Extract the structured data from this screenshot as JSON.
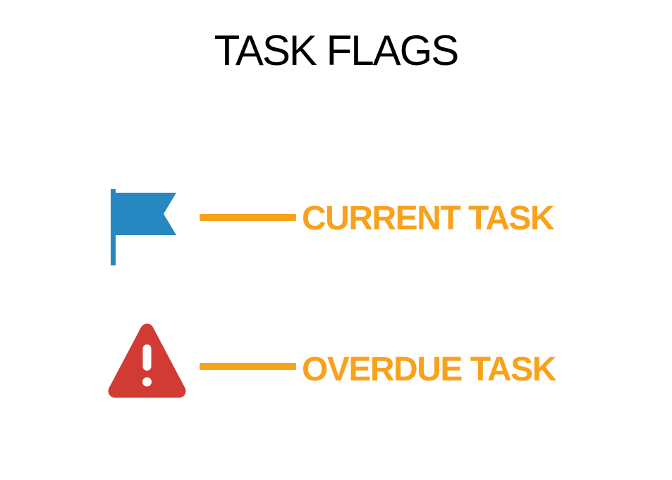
{
  "legend": {
    "title": "TASK FLAGS",
    "items": [
      {
        "id": "current-task",
        "icon": "flag-icon",
        "label": "CURRENT TASK"
      },
      {
        "id": "overdue-task",
        "icon": "warning-icon",
        "label": "OVERDUE TASK"
      }
    ]
  },
  "colors": {
    "page_bg": "#FFFFFF",
    "title_text": "#000000",
    "label_text": "#F9A11A",
    "connector_line": "#F9A11A",
    "flag_blue": "#2787C1",
    "warning_red": "#D23B33",
    "exclamation_white": "#FFFFFF"
  }
}
